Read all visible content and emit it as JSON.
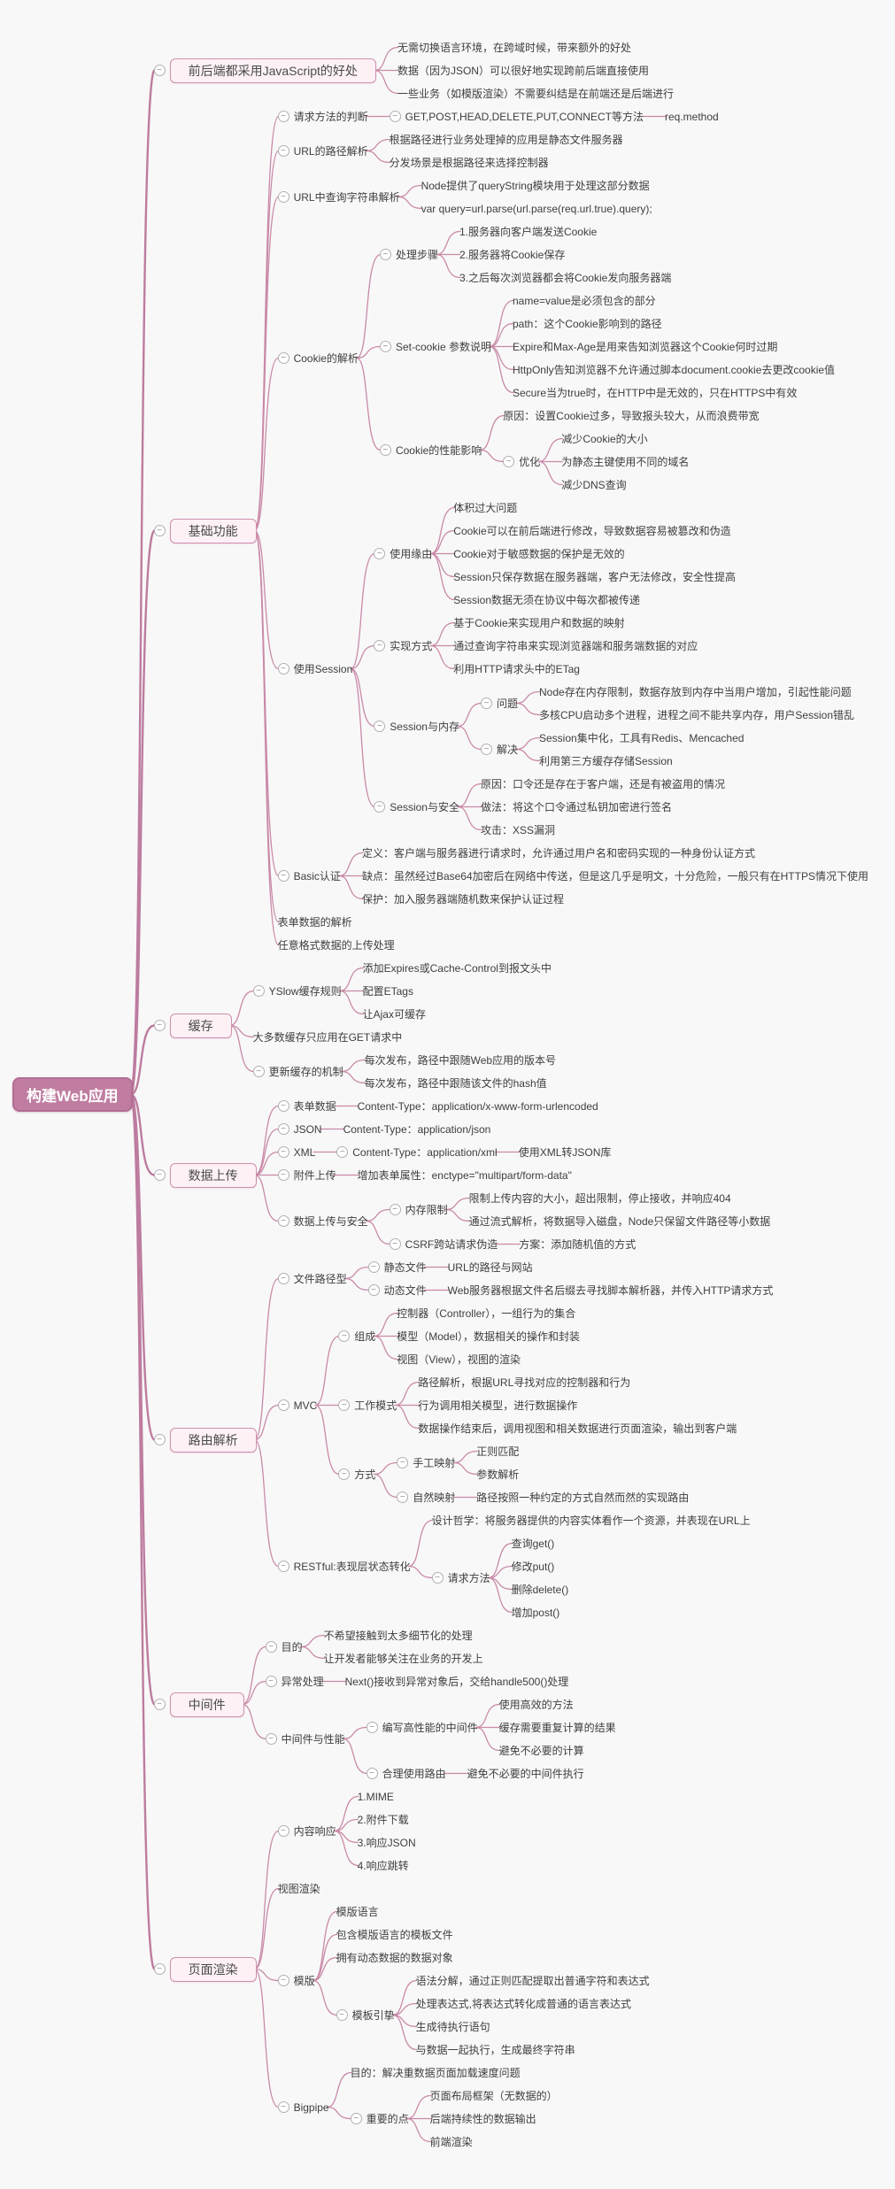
{
  "colors": {
    "background": "#f8f8f8",
    "root_fill": "#c07da1",
    "root_text": "#ffffff",
    "branch_fill": "#fdf1f6",
    "branch_border": "#cf8fae",
    "connector": "#c989a8",
    "connector_main": "#bd7ca0",
    "text": "#3e3e3e"
  },
  "icons": {
    "collapse_minus": "−"
  },
  "tree": {
    "label": "构建Web应用",
    "children": [
      {
        "label": "前后端都采用JavaScript的好处",
        "box": true,
        "children": [
          {
            "label": "无需切换语言环境，在跨域时候，带来额外的好处"
          },
          {
            "label": "数据（因为JSON）可以很好地实现跨前后端直接使用"
          },
          {
            "label": "一些业务（如模版渲染）不需要纠结是在前端还是后端进行"
          }
        ]
      },
      {
        "label": "基础功能",
        "box": true,
        "children": [
          {
            "label": "请求方法的判断",
            "children": [
              {
                "label": "GET,POST,HEAD,DELETE,PUT,CONNECT等方法",
                "children": [
                  {
                    "label": "req.method"
                  }
                ]
              }
            ]
          },
          {
            "label": "URL的路径解析",
            "children": [
              {
                "label": "根据路径进行业务处理掉的应用是静态文件服务器"
              },
              {
                "label": "分发场景是根据路径来选择控制器"
              }
            ]
          },
          {
            "label": "URL中查询字符串解析",
            "children": [
              {
                "label": "Node提供了queryString模块用于处理这部分数据"
              },
              {
                "label": "var query=url.parse(url.parse(req.url.true).query);"
              }
            ]
          },
          {
            "label": "Cookie的解析",
            "children": [
              {
                "label": "处理步骤",
                "children": [
                  {
                    "label": "1.服务器向客户端发送Cookie"
                  },
                  {
                    "label": "2.服务器将Cookie保存"
                  },
                  {
                    "label": "3.之后每次浏览器都会将Cookie发向服务器端"
                  }
                ]
              },
              {
                "label": "Set-cookie 参数说明",
                "children": [
                  {
                    "label": "name=value是必须包含的部分"
                  },
                  {
                    "label": "path：这个Cookie影响到的路径"
                  },
                  {
                    "label": "Expire和Max-Age是用来告知浏览器这个Cookie何时过期"
                  },
                  {
                    "label": "HttpOnly告知浏览器不允许通过脚本document.cookie去更改cookie值"
                  },
                  {
                    "label": "Secure当为true时，在HTTP中是无效的，只在HTTPS中有效"
                  }
                ]
              },
              {
                "label": "Cookie的性能影响",
                "children": [
                  {
                    "label": "原因：设置Cookie过多，导致报头较大，从而浪费带宽"
                  },
                  {
                    "label": "优化",
                    "children": [
                      {
                        "label": "减少Cookie的大小"
                      },
                      {
                        "label": "为静态主键使用不同的域名"
                      },
                      {
                        "label": "减少DNS查询"
                      }
                    ]
                  }
                ]
              }
            ]
          },
          {
            "label": "使用Session",
            "children": [
              {
                "label": "使用缘由",
                "children": [
                  {
                    "label": "体积过大问题"
                  },
                  {
                    "label": "Cookie可以在前后端进行修改，导致数据容易被篡改和伪造"
                  },
                  {
                    "label": "Cookie对于敏感数据的保护是无效的"
                  },
                  {
                    "label": "Session只保存数据在服务器端，客户无法修改，安全性提高"
                  },
                  {
                    "label": "Session数据无须在协议中每次都被传递"
                  }
                ]
              },
              {
                "label": "实现方式",
                "children": [
                  {
                    "label": "基于Cookie来实现用户和数据的映射"
                  },
                  {
                    "label": "通过查询字符串来实现浏览器端和服务端数据的对应"
                  },
                  {
                    "label": "利用HTTP请求头中的ETag"
                  }
                ]
              },
              {
                "label": "Session与内存",
                "children": [
                  {
                    "label": "问题",
                    "children": [
                      {
                        "label": "Node存在内存限制，数据存放到内存中当用户增加，引起性能问题"
                      },
                      {
                        "label": "多核CPU启动多个进程，进程之间不能共享内存，用户Session错乱"
                      }
                    ]
                  },
                  {
                    "label": "解决",
                    "children": [
                      {
                        "label": "Session集中化，工具有Redis、Mencached"
                      },
                      {
                        "label": "利用第三方缓存存储Session"
                      }
                    ]
                  }
                ]
              },
              {
                "label": "Session与安全",
                "children": [
                  {
                    "label": "原因：口令还是存在于客户端，还是有被盗用的情况"
                  },
                  {
                    "label": "做法：将这个口令通过私钥加密进行签名"
                  },
                  {
                    "label": "攻击：XSS漏洞"
                  }
                ]
              }
            ]
          },
          {
            "label": "Basic认证",
            "children": [
              {
                "label": "定义：客户端与服务器进行请求时，允许通过用户名和密码实现的一种身份认证方式"
              },
              {
                "label": "缺点：虽然经过Base64加密后在网络中传送，但是这几乎是明文，十分危险，一般只有在HTTPS情况下使用"
              },
              {
                "label": "保护：加入服务器端随机数来保护认证过程"
              }
            ]
          },
          {
            "label": "表单数据的解析"
          },
          {
            "label": "任意格式数据的上传处理"
          }
        ]
      },
      {
        "label": "缓存",
        "box": true,
        "children": [
          {
            "label": "YSlow缓存规则",
            "children": [
              {
                "label": "添加Expires或Cache-Control到报文头中"
              },
              {
                "label": "配置ETags"
              },
              {
                "label": "让Ajax可缓存"
              }
            ]
          },
          {
            "label": "大多数缓存只应用在GET请求中"
          },
          {
            "label": "更新缓存的机制",
            "children": [
              {
                "label": "每次发布，路径中跟随Web应用的版本号"
              },
              {
                "label": "每次发布，路径中跟随该文件的hash值"
              }
            ]
          }
        ]
      },
      {
        "label": "数据上传",
        "box": true,
        "children": [
          {
            "label": "表单数据",
            "children": [
              {
                "label": "Content-Type：application/x-www-form-urlencoded"
              }
            ]
          },
          {
            "label": "JSON",
            "children": [
              {
                "label": "Content-Type：application/json"
              }
            ]
          },
          {
            "label": "XML",
            "children": [
              {
                "label": "Content-Type：application/xml",
                "children": [
                  {
                    "label": "使用XML转JSON库"
                  }
                ]
              }
            ]
          },
          {
            "label": "附件上传",
            "children": [
              {
                "label": "增加表单属性：enctype=\"multipart/form-data\""
              }
            ]
          },
          {
            "label": "数据上传与安全",
            "children": [
              {
                "label": "内存限制",
                "children": [
                  {
                    "label": "限制上传内容的大小，超出限制，停止接收，并响应404"
                  },
                  {
                    "label": "通过流式解析，将数据导入磁盘，Node只保留文件路径等小数据"
                  }
                ]
              },
              {
                "label": "CSRF跨站请求伪造",
                "children": [
                  {
                    "label": "方案：添加随机值的方式"
                  }
                ]
              }
            ]
          }
        ]
      },
      {
        "label": "路由解析",
        "box": true,
        "children": [
          {
            "label": "文件路径型",
            "children": [
              {
                "label": "静态文件",
                "children": [
                  {
                    "label": "URL的路径与网站"
                  }
                ]
              },
              {
                "label": "动态文件",
                "children": [
                  {
                    "label": "Web服务器根据文件名后缀去寻找脚本解析器，并传入HTTP请求方式"
                  }
                ]
              }
            ]
          },
          {
            "label": "MVC",
            "children": [
              {
                "label": "组成",
                "children": [
                  {
                    "label": "控制器（Controller），一组行为的集合"
                  },
                  {
                    "label": "模型（Model），数据相关的操作和封装"
                  },
                  {
                    "label": "视图（View），视图的渲染"
                  }
                ]
              },
              {
                "label": "工作模式",
                "children": [
                  {
                    "label": "路径解析，根据URL寻找对应的控制器和行为"
                  },
                  {
                    "label": "行为调用相关模型，进行数据操作"
                  },
                  {
                    "label": "数据操作结束后，调用视图和相关数据进行页面渲染，输出到客户端"
                  }
                ]
              },
              {
                "label": "方式",
                "children": [
                  {
                    "label": "手工映射",
                    "children": [
                      {
                        "label": "正则匹配"
                      },
                      {
                        "label": "参数解析"
                      }
                    ]
                  },
                  {
                    "label": "自然映射",
                    "children": [
                      {
                        "label": "路径按照一种约定的方式自然而然的实现路由"
                      }
                    ]
                  }
                ]
              }
            ]
          },
          {
            "label": "RESTful:表现层状态转化",
            "children": [
              {
                "label": "设计哲学：将服务器提供的内容实体看作一个资源，并表现在URL上"
              },
              {
                "label": "请求方法",
                "children": [
                  {
                    "label": "查询get()"
                  },
                  {
                    "label": "修改put()"
                  },
                  {
                    "label": "删除delete()"
                  },
                  {
                    "label": "增加post()"
                  }
                ]
              }
            ]
          }
        ]
      },
      {
        "label": "中间件",
        "box": true,
        "children": [
          {
            "label": "目的",
            "children": [
              {
                "label": "不希望接触到太多细节化的处理"
              },
              {
                "label": "让开发者能够关注在业务的开发上"
              }
            ]
          },
          {
            "label": "异常处理",
            "children": [
              {
                "label": "Next()接收到异常对象后，交给handle500()处理"
              }
            ]
          },
          {
            "label": "中间件与性能",
            "children": [
              {
                "label": "编写高性能的中间件",
                "children": [
                  {
                    "label": "使用高效的方法"
                  },
                  {
                    "label": "缓存需要重复计算的结果"
                  },
                  {
                    "label": "避免不必要的计算"
                  }
                ]
              },
              {
                "label": "合理使用路由",
                "children": [
                  {
                    "label": "避免不必要的中间件执行"
                  }
                ]
              }
            ]
          }
        ]
      },
      {
        "label": "页面渲染",
        "box": true,
        "children": [
          {
            "label": "内容响应",
            "children": [
              {
                "label": "1.MIME"
              },
              {
                "label": "2.附件下载"
              },
              {
                "label": "3.响应JSON"
              },
              {
                "label": "4.响应跳转"
              }
            ]
          },
          {
            "label": "视图渲染"
          },
          {
            "label": "模版",
            "children": [
              {
                "label": "模版语言"
              },
              {
                "label": "包含模版语言的模板文件"
              },
              {
                "label": "拥有动态数据的数据对象"
              },
              {
                "label": "模板引挚",
                "children": [
                  {
                    "label": "语法分解，通过正则匹配提取出普通字符和表达式"
                  },
                  {
                    "label": "处理表达式,将表达式转化成普通的语言表达式"
                  },
                  {
                    "label": "生成待执行语句"
                  },
                  {
                    "label": "与数据一起执行，生成最终字符串"
                  }
                ]
              }
            ]
          },
          {
            "label": "Bigpipe",
            "children": [
              {
                "label": "目的：解决重数据页面加载速度问题"
              },
              {
                "label": "重要的点",
                "children": [
                  {
                    "label": "页面布局框架（无数据的）"
                  },
                  {
                    "label": "后端持续性的数据输出"
                  },
                  {
                    "label": "前端渲染"
                  }
                ]
              }
            ]
          }
        ]
      }
    ]
  }
}
